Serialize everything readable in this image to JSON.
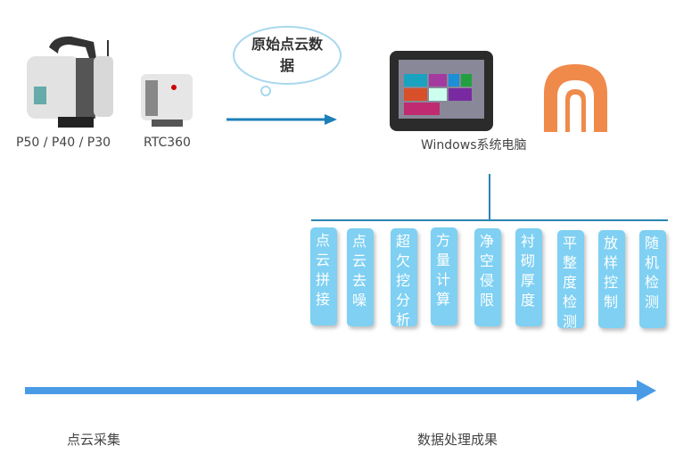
{
  "devices": [
    {
      "label": "P50 / P40 / P30"
    },
    {
      "label": "RTC360"
    }
  ],
  "cloud_text": "原始点云数据",
  "computer_label": "Windows系统电脑",
  "functions": [
    "点云拼接",
    "点云去噪",
    "超欠挖分析",
    "方量计算",
    "净空侵限",
    "衬砌厚度",
    "平整度检测",
    "放样控制",
    "随机检测"
  ],
  "stages": {
    "collection": "点云采集",
    "processing": "数据处理成果"
  },
  "colors": {
    "box": "#7fd0f2",
    "arrow_main": "#4a9be6",
    "arrow_small": "#1b7fb8",
    "line": "#2a86b0",
    "logo": "#f08a4b"
  }
}
